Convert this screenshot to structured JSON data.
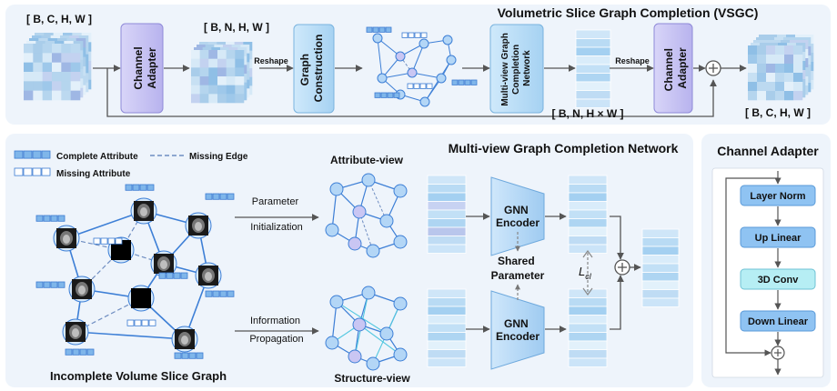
{
  "top": {
    "title": "Volumetric Slice Graph Completion (VSGC)",
    "input_shape": "[ B, C, H, W ]",
    "channel_adapter": "Channel Adapter",
    "adapter_output_shape": "[ B, N, H, W ]",
    "reshape_1": "Reshape",
    "graph_construction": "Graph Construction",
    "mvgcn": [
      "Multi-view Graph",
      "Completion",
      "Network"
    ],
    "mvgcn_output_shape": "[ B, N, H × W ]",
    "reshape_2": "Reshape",
    "channel_adapter_2": "Channel Adapter",
    "output_shape": "[ B, C, H, W ]",
    "add_symbol": "+"
  },
  "legend": {
    "complete_attribute": "Complete Attribute",
    "missing_edge": "Missing Edge",
    "missing_attribute": "Missing Attribute"
  },
  "bottom_left": {
    "caption": "Incomplete Volume Slice Graph",
    "arrow_top": [
      "Parameter",
      "Initialization"
    ],
    "arrow_bottom": [
      "Information",
      "Propagation"
    ]
  },
  "mvgcn_panel": {
    "title": "Multi-view Graph Completion Network",
    "attribute_view": "Attribute-view",
    "structure_view": "Structure-view",
    "gnn_encoder": [
      "GNN",
      "Encoder"
    ],
    "shared_parameter": [
      "Shared",
      "Parameter"
    ],
    "loss": "L",
    "loss_sub": "cl"
  },
  "channel_adapter_panel": {
    "title": "Channel Adapter",
    "layers": [
      "Layer Norm",
      "Up Linear",
      "3D Conv",
      "Down Linear"
    ]
  },
  "colors": {
    "adapter_fill": "#c9c6f3",
    "graph_fill": "#b9def6",
    "node_fill": "#b3d6f6",
    "node_stroke": "#3d7fd6",
    "layer_fill": "#8dc4f4",
    "conv_fill": "#b8ecf3",
    "panel_bg": "#eef4fb"
  }
}
